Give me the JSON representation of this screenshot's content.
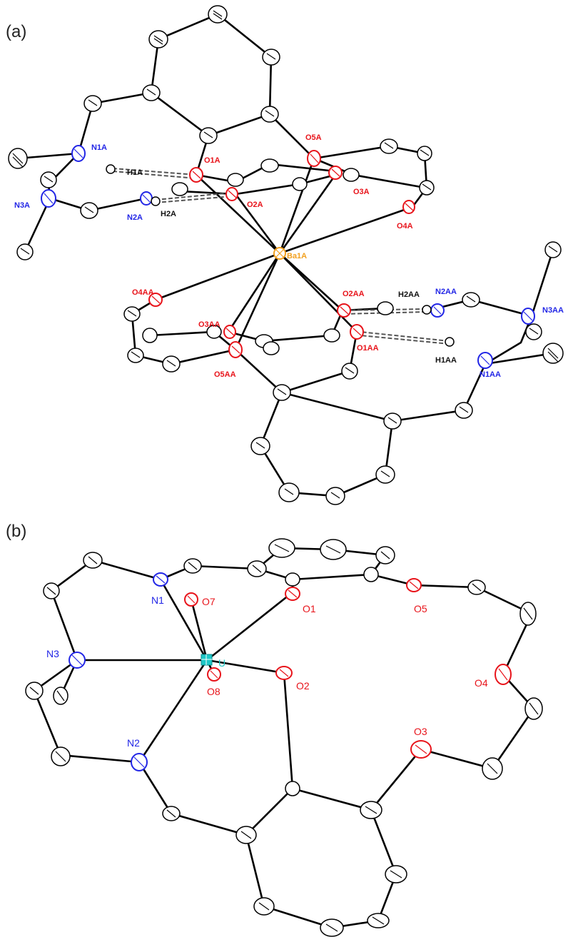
{
  "panels": [
    {
      "id": "a",
      "label": "(a)"
    },
    {
      "id": "b",
      "label": "(b)"
    }
  ],
  "colors": {
    "carbon": "#ffffff",
    "oxygen": "#e8141b",
    "nitrogen": "#2226e6",
    "barium": "#f2a01e",
    "uranium": "#1ec8c8",
    "hydrogen": "#ffffff",
    "bond": "#000000",
    "label_h": "#111111"
  },
  "atom_labels_a": {
    "N1A": "N1A",
    "H1A": "H1A",
    "O1A": "O1A",
    "O5A": "O5A",
    "O3A": "O3A",
    "N3A": "N3A",
    "N2A": "N2A",
    "H2A": "H2A",
    "O2A": "O2A",
    "O4A": "O4A",
    "Ba1A": "Ba1A",
    "O4AA": "O4AA",
    "O2AA": "O2AA",
    "H2AA": "H2AA",
    "N2AA": "N2AA",
    "N3AA": "N3AA",
    "O3AA": "O3AA",
    "O1AA": "O1AA",
    "H1AA": "H1AA",
    "N1AA": "N1AA",
    "O5AA": "O5AA"
  },
  "atom_labels_b": {
    "N1": "N1",
    "O7": "O7",
    "O1": "O1",
    "O5": "O5",
    "N3": "N3",
    "U": "U",
    "O4": "O4",
    "O8": "O8",
    "O2": "O2",
    "N2": "N2",
    "O3": "O3"
  }
}
